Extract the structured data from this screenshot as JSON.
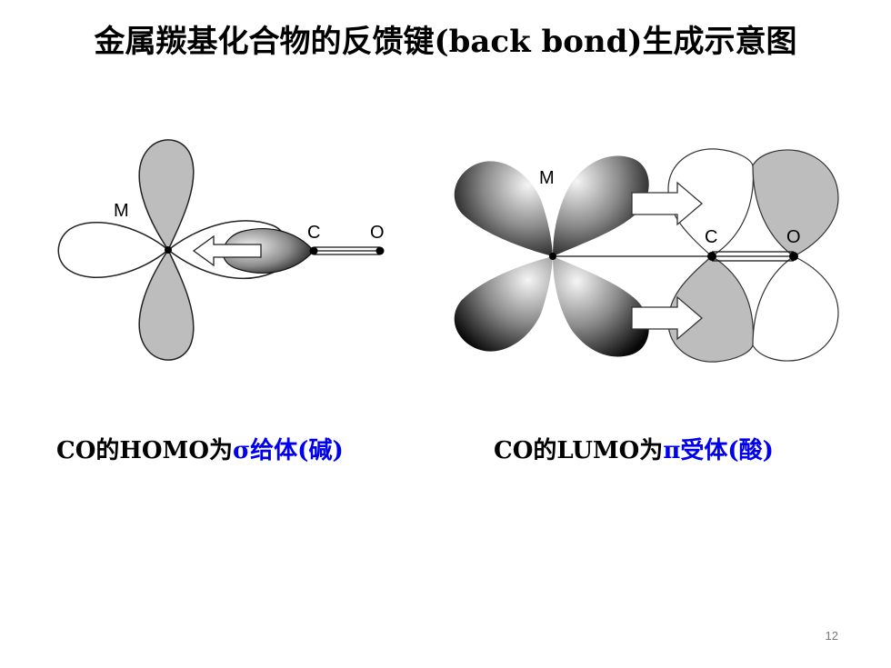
{
  "title": "金属羰基化合物的反馈键(back bond)生成示意图",
  "diagram_left": {
    "metal_label": "M",
    "carbon_label": "C",
    "oxygen_label": "O"
  },
  "diagram_right": {
    "metal_label": "M",
    "carbon_label": "C",
    "oxygen_label": "O"
  },
  "captions": {
    "left": {
      "prefix": "CO的HOMO为",
      "highlight": "σ给体(碱)"
    },
    "right": {
      "prefix": "CO的LUMO为",
      "highlight": "π受体(酸)"
    }
  },
  "page_number": "12",
  "colors": {
    "highlight": "#0000ee",
    "lobe_gray": "#bdbdbd"
  }
}
